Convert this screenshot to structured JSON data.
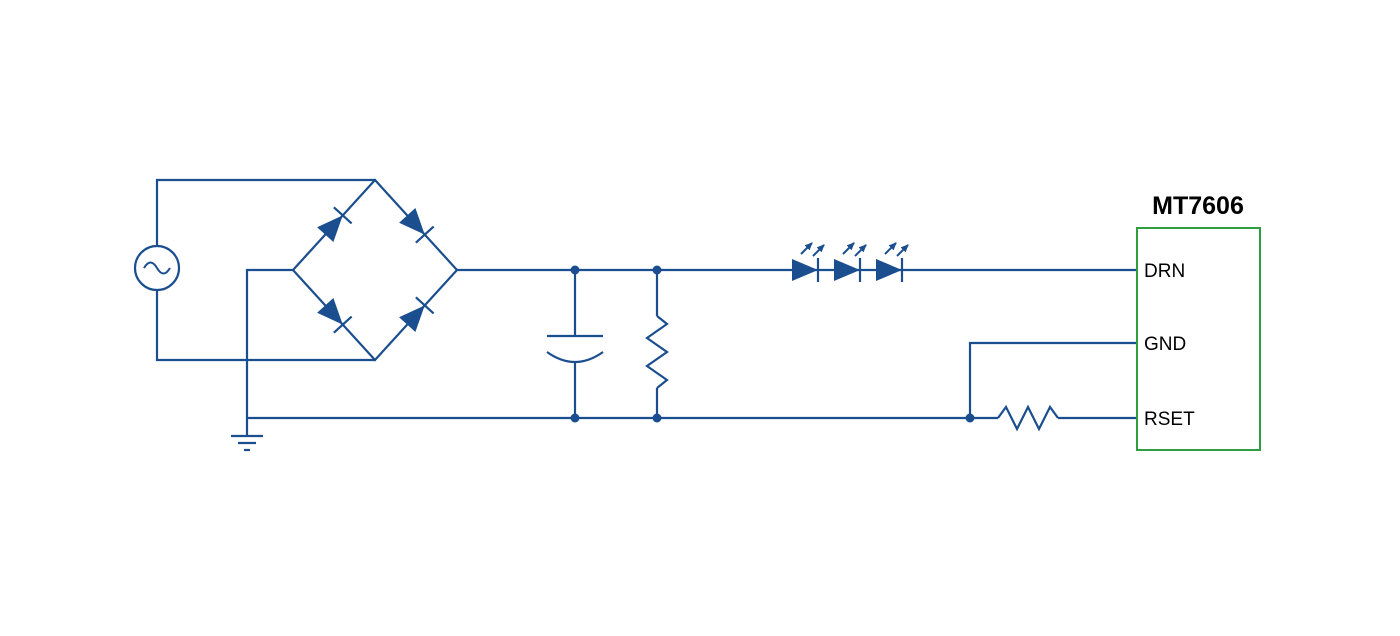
{
  "diagram": {
    "type": "circuit-schematic"
  },
  "ic": {
    "name": "MT7606",
    "pins": [
      "DRN",
      "GND",
      "RSET"
    ]
  },
  "colors": {
    "wire": "#1a4e8f",
    "ic_border": "#2f9e41",
    "text": "#000000",
    "background": "#ffffff"
  }
}
